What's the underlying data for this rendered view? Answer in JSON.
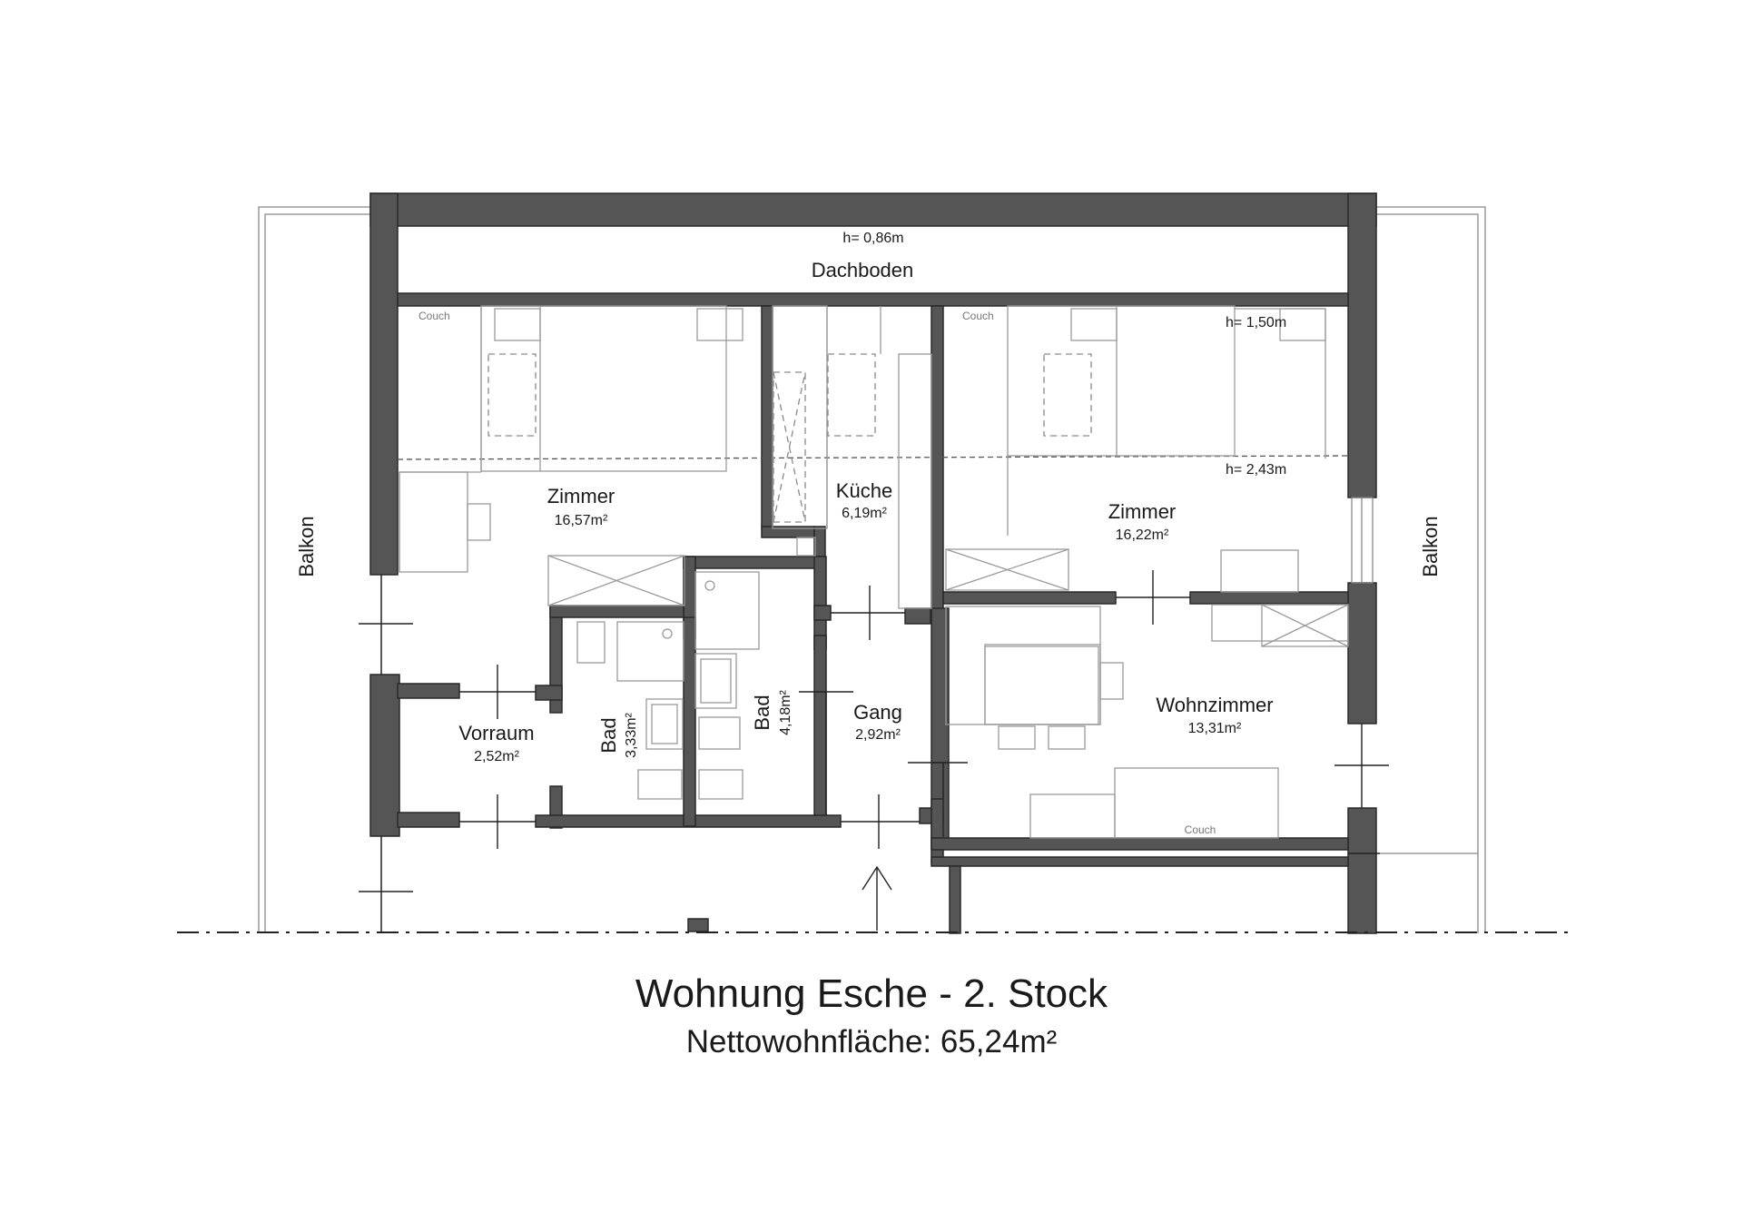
{
  "plan": {
    "title": "Wohnung Esche - 2. Stock",
    "subtitle": "Nettowohnfläche: 65,24m²",
    "heights": {
      "dachboden": "h= 0,86m",
      "upper": "h= 1,50m",
      "lower": "h= 2,43m"
    },
    "rooms": {
      "dachboden": {
        "name": "Dachboden"
      },
      "zimmer_left": {
        "name": "Zimmer",
        "area": "16,57m²"
      },
      "kueche": {
        "name": "Küche",
        "area": "6,19m²"
      },
      "zimmer_right": {
        "name": "Zimmer",
        "area": "16,22m²"
      },
      "vorraum": {
        "name": "Vorraum",
        "area": "2,52m²"
      },
      "bad1": {
        "name": "Bad",
        "area": "3,33m²"
      },
      "bad2": {
        "name": "Bad",
        "area": "4,18m²"
      },
      "gang": {
        "name": "Gang",
        "area": "2,92m²"
      },
      "wohnzimmer": {
        "name": "Wohnzimmer",
        "area": "13,31m²"
      },
      "balkon_left": {
        "name": "Balkon"
      },
      "balkon_right": {
        "name": "Balkon"
      }
    },
    "furniture": {
      "couch_left": "Couch",
      "couch_right": "Couch",
      "couch_living": "Couch"
    }
  }
}
